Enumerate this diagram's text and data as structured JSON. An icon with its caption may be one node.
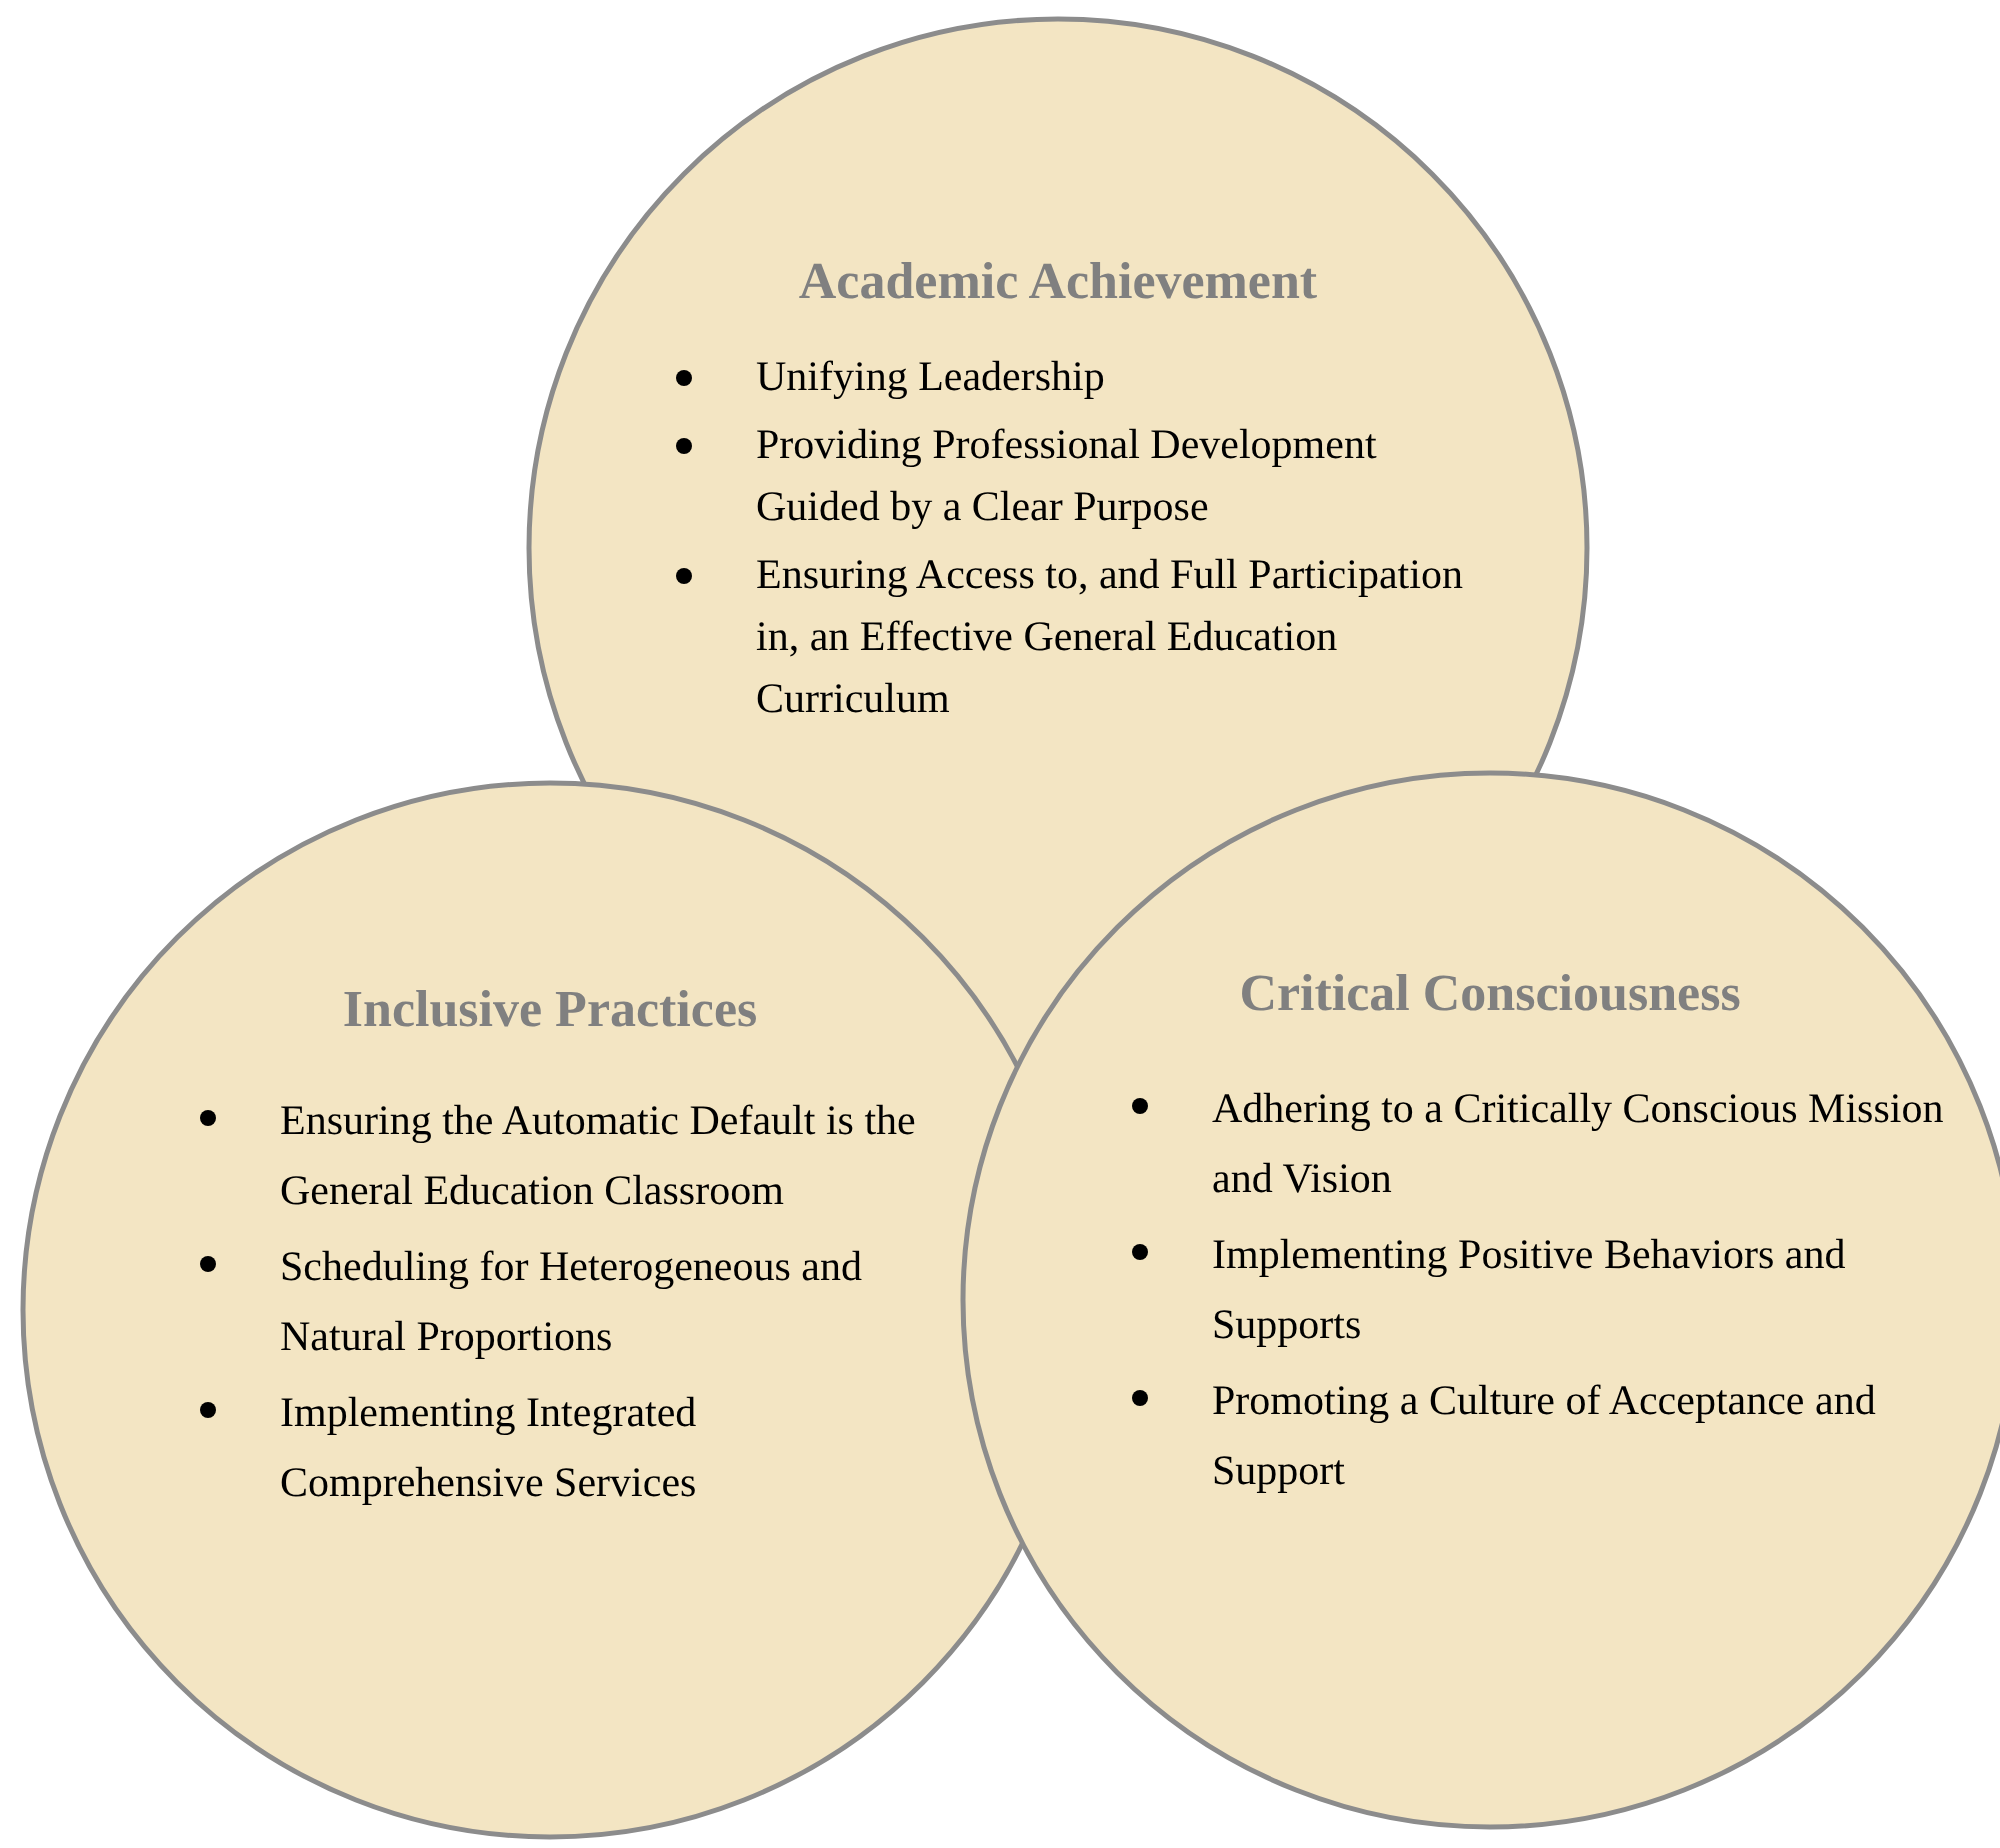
{
  "diagram": {
    "nodes": [
      {
        "text": [
          "Academic Achievement",
          "Unifying Leadership",
          "Providing Professional Development Guided by a Clear Purpose",
          "Ensuring Access to, and Full Participation in, an Effective General Education Curriculum"
        ]
      },
      {
        "text": [
          "Inclusive Practices",
          "Ensuring the Automatic Default is the General Education Classroom",
          "Scheduling for Heterogeneous and Natural Proportions",
          "Implementing Integrated Comprehensive Services"
        ]
      },
      {
        "text": [
          "Critical Consciousness",
          "Adhering to a Critically Conscious Mission and Vision",
          "Implementing Positive Behaviors and Supports",
          "Promoting a Culture of Acceptance and Support"
        ]
      }
    ]
  }
}
